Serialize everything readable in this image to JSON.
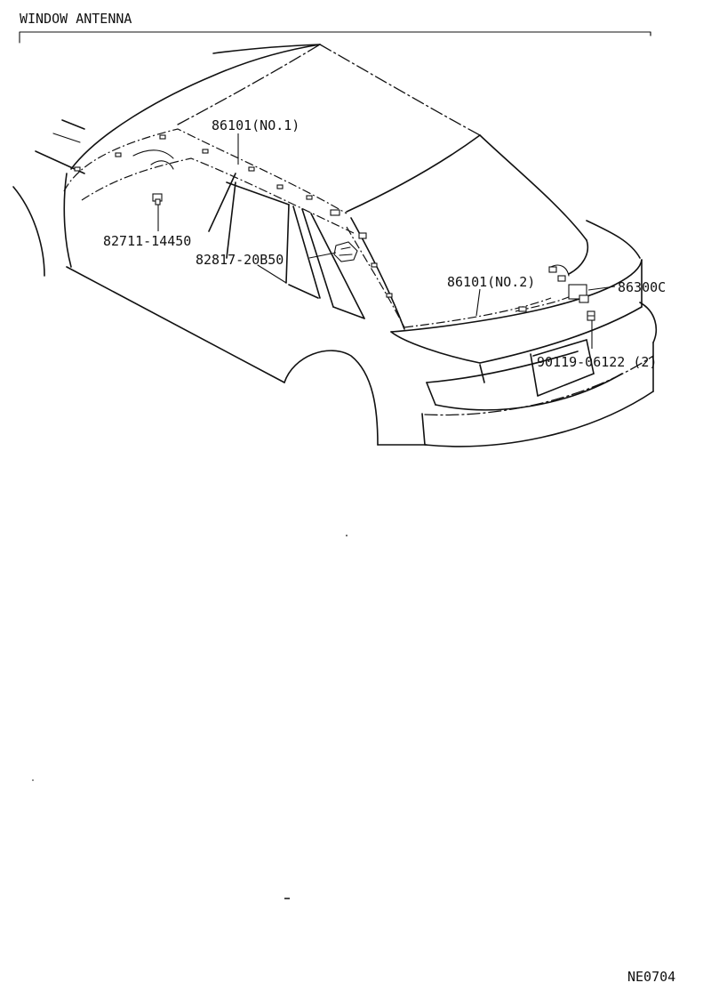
{
  "title": "WINDOW ANTENNA",
  "figure_code": "NE0704",
  "callouts": [
    {
      "id": "antenna-no1",
      "text": "86101(NO.1)"
    },
    {
      "id": "clamp-a",
      "text": "82711-14450"
    },
    {
      "id": "clamp-b",
      "text": "82817-20B50"
    },
    {
      "id": "antenna-no2",
      "text": "86101(NO.2)"
    },
    {
      "id": "filter",
      "text": "86300C"
    },
    {
      "id": "bolt",
      "text": "90119-06122 (2)"
    }
  ]
}
